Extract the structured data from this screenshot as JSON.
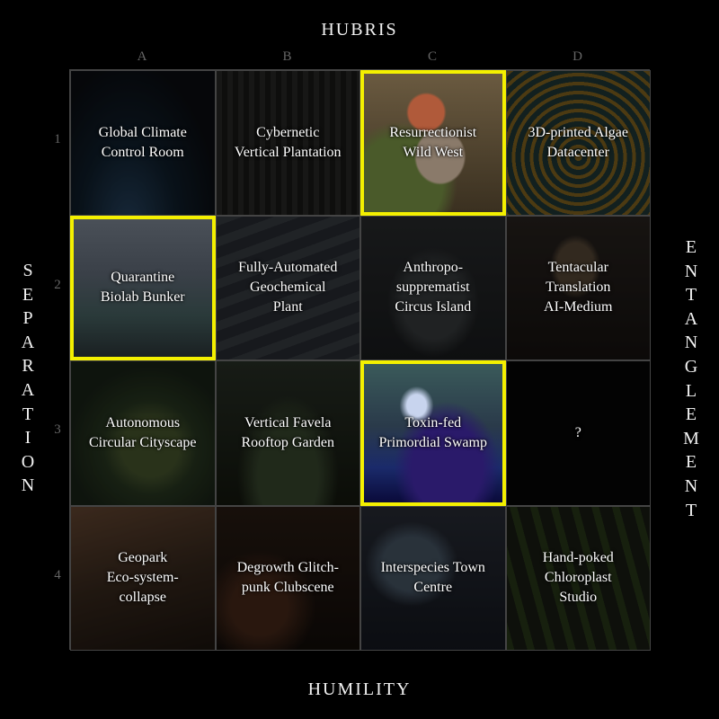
{
  "axes": {
    "top": "HUBRIS",
    "bottom": "HUMILITY",
    "left": [
      "S",
      "E",
      "P",
      "A",
      "R",
      "A",
      "T",
      "I",
      "O",
      "N"
    ],
    "right": [
      "E",
      "N",
      "T",
      "A",
      "N",
      "G",
      "L",
      "E",
      "M",
      "E",
      "N",
      "T"
    ]
  },
  "columns": [
    "A",
    "B",
    "C",
    "D"
  ],
  "rows": [
    "1",
    "2",
    "3",
    "4"
  ],
  "cells": [
    {
      "text": "Global Climate Control Room",
      "lines": [
        "Global Climate",
        "Control Room"
      ],
      "highlight": false,
      "bg": "earth-night"
    },
    {
      "text": "Cybernetic Vertical Plantation",
      "lines": [
        "Cybernetic",
        "Vertical Plantation"
      ],
      "highlight": false,
      "bg": "greenhouse"
    },
    {
      "text": "Resurrectionist Wild West",
      "lines": [
        "Resurrectionist",
        "Wild West"
      ],
      "highlight": true,
      "bg": "dinosaur"
    },
    {
      "text": "3D-printed Algae Datacenter",
      "lines": [
        "3D-printed Algae",
        "Datacenter"
      ],
      "highlight": false,
      "bg": "algae-maze"
    },
    {
      "text": "Quarantine Biolab Bunker",
      "lines": [
        "Quarantine",
        "Biolab Bunker"
      ],
      "highlight": true,
      "bg": "lab"
    },
    {
      "text": "Fully-Automated Geochemical Plant",
      "lines": [
        "Fully-Automated",
        "Geochemical",
        "Plant"
      ],
      "highlight": false,
      "bg": "plant"
    },
    {
      "text": "Anthropo-supprematist Circus Island",
      "lines": [
        "Anthropo-",
        "supprematist",
        "Circus Island"
      ],
      "highlight": false,
      "bg": "island"
    },
    {
      "text": "Tentacular Translation AI-Medium",
      "lines": [
        "Tentacular",
        "Translation",
        "AI-Medium"
      ],
      "highlight": false,
      "bg": "mask"
    },
    {
      "text": "Autonomous Circular Cityscape",
      "lines": [
        "Autonomous",
        "Circular Cityscape"
      ],
      "highlight": false,
      "bg": "city"
    },
    {
      "text": "Vertical Favela Rooftop Garden",
      "lines": [
        "Vertical Favela",
        "Rooftop Garden"
      ],
      "highlight": false,
      "bg": "favela"
    },
    {
      "text": "Toxin-fed Primordial Swamp",
      "lines": [
        "Toxin-fed",
        "Primordial Swamp"
      ],
      "highlight": true,
      "bg": "swamp"
    },
    {
      "text": "?",
      "lines": [
        "?"
      ],
      "highlight": false,
      "bg": "empty"
    },
    {
      "text": "Geopark Eco-system-collapse",
      "lines": [
        "Geopark",
        "Eco-system-",
        "collapse"
      ],
      "highlight": false,
      "bg": "geopark"
    },
    {
      "text": "Degrowth Glitch-punk Clubscene",
      "lines": [
        "Degrowth Glitch-",
        "punk Clubscene"
      ],
      "highlight": false,
      "bg": "club"
    },
    {
      "text": "Interspecies Town Centre",
      "lines": [
        "Interspecies Town",
        "Centre"
      ],
      "highlight": false,
      "bg": "alien"
    },
    {
      "text": "Hand-poked Chloroplast Studio",
      "lines": [
        "Hand-poked",
        "Chloroplast",
        "Studio"
      ],
      "highlight": false,
      "bg": "tattoo"
    }
  ],
  "colors": {
    "highlight": "#f4f000",
    "grid_line": "#444444",
    "axis_text": "#f2f2f2",
    "index_text": "#666666"
  }
}
